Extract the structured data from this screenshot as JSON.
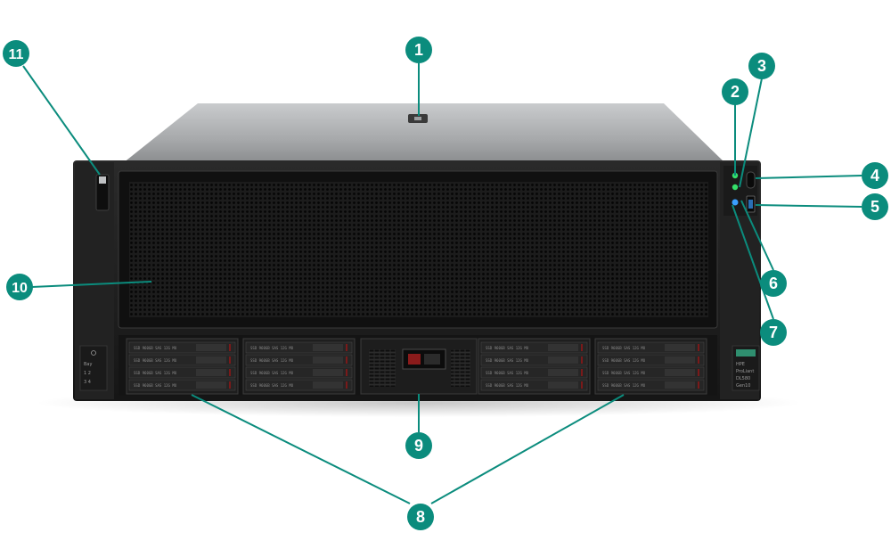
{
  "figure": {
    "colors": {
      "callout": "#0b8c7d",
      "leader": "#0b8c7d",
      "chassis": "#1b1b1b",
      "lid": "#a9abad",
      "led_green": "#35e06a",
      "led_blue": "#3aa0ff"
    },
    "callouts": [
      {
        "id": "callout-1",
        "label": "1"
      },
      {
        "id": "callout-2",
        "label": "2"
      },
      {
        "id": "callout-3",
        "label": "3"
      },
      {
        "id": "callout-4",
        "label": "4"
      },
      {
        "id": "callout-5",
        "label": "5"
      },
      {
        "id": "callout-6",
        "label": "6"
      },
      {
        "id": "callout-7",
        "label": "7"
      },
      {
        "id": "callout-8",
        "label": "8"
      },
      {
        "id": "callout-9",
        "label": "9"
      },
      {
        "id": "callout-10",
        "label": "10"
      },
      {
        "id": "callout-11",
        "label": "11"
      }
    ],
    "bay_label": "SSD 960GB SAS 12G MU",
    "right_tag_lines": [
      "HPE",
      "ProLiant",
      "DL580",
      "Gen10"
    ],
    "left_tag_lines": [
      "Bay",
      "1 2",
      "3 4"
    ]
  }
}
